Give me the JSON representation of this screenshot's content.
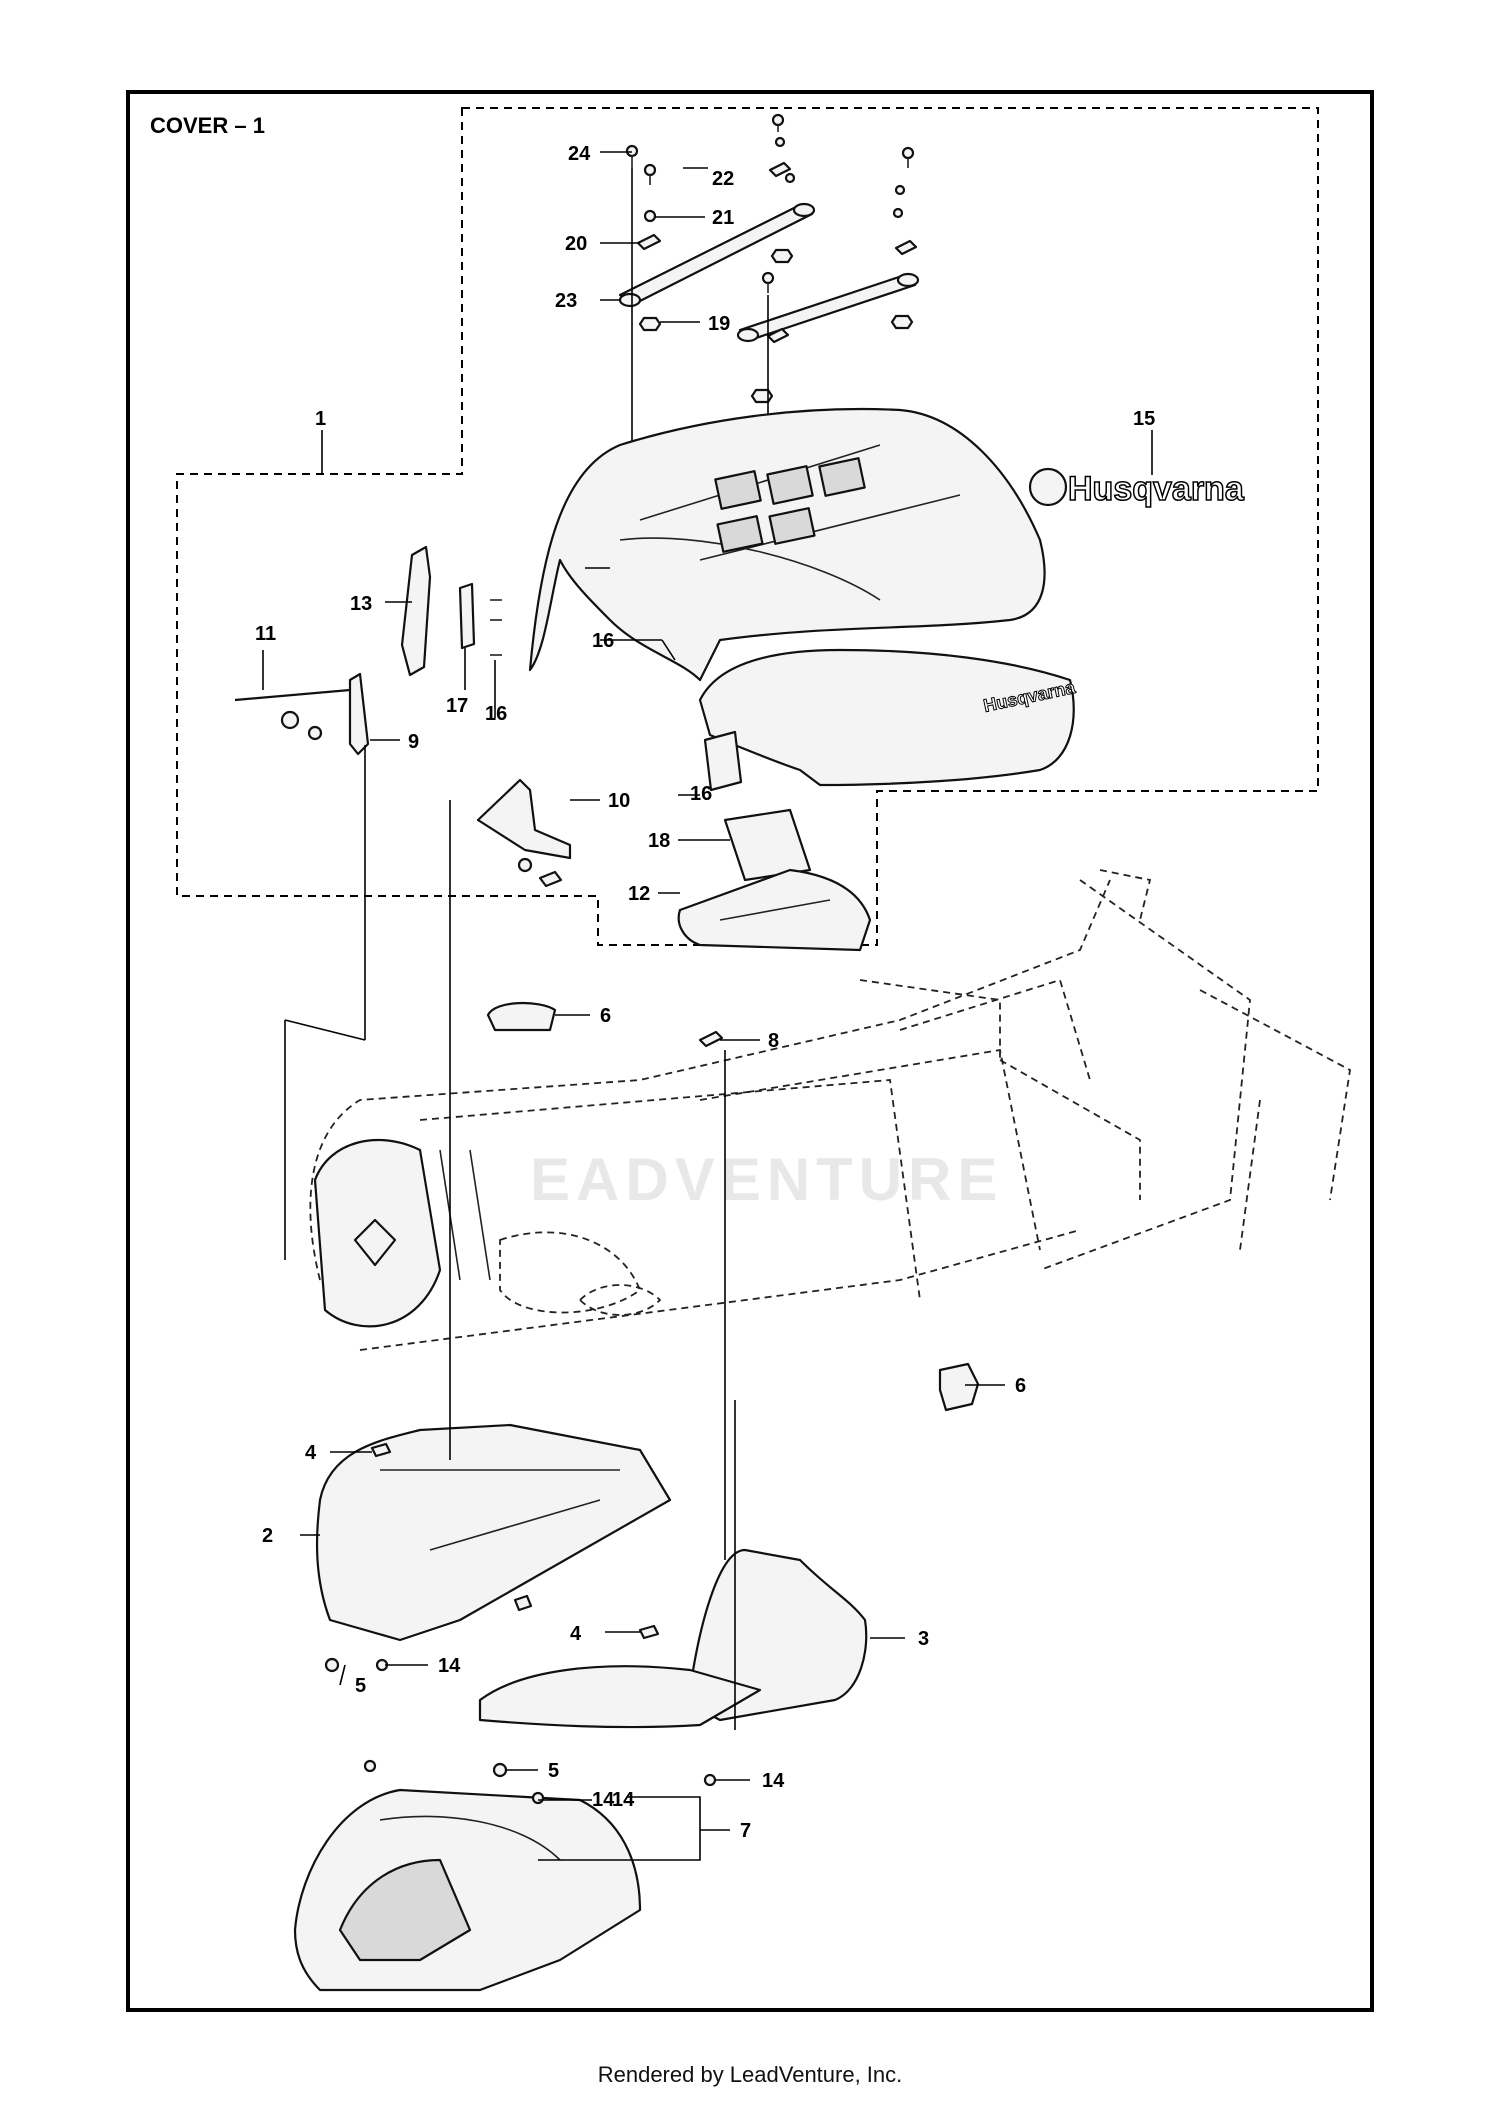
{
  "title": "COVER – 1",
  "brand_text": "Husqvarna",
  "footer": "Rendered by LeadVenture, Inc.",
  "callouts": [
    "1",
    "2",
    "3",
    "4",
    "4",
    "5",
    "5",
    "6",
    "6",
    "7",
    "8",
    "9",
    "10",
    "11",
    "12",
    "13",
    "14",
    "14",
    "14",
    "14",
    "15",
    "16",
    "16",
    "16",
    "17",
    "18",
    "19",
    "20",
    "21",
    "22",
    "23",
    "24"
  ],
  "colors": {
    "line": "#000000",
    "background": "#ffffff"
  }
}
